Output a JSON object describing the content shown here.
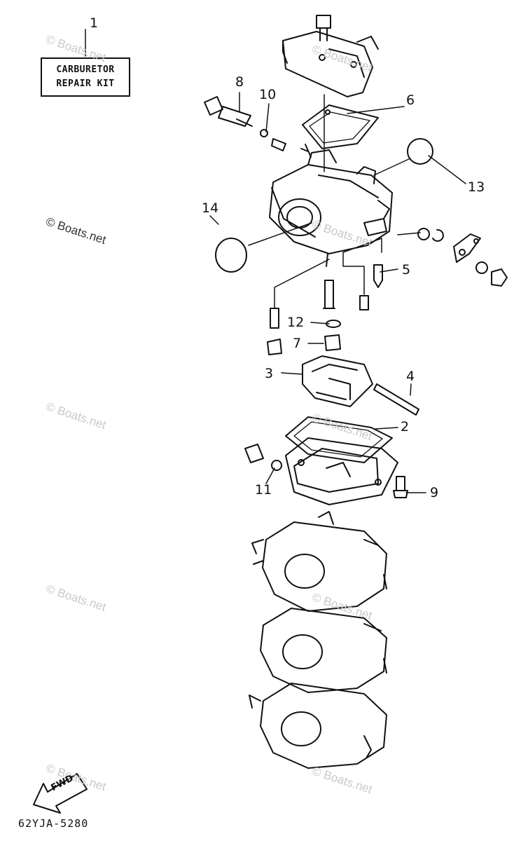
{
  "kit_label": {
    "line1": "CARBURETOR",
    "line2": "REPAIR KIT"
  },
  "callouts": [
    "1",
    "2",
    "3",
    "4",
    "5",
    "6",
    "7",
    "8",
    "9",
    "10",
    "11",
    "12",
    "13",
    "14"
  ],
  "watermark": "© Boats.net",
  "fwd_label": "FWD",
  "part_code": "62YJA-5280",
  "colors": {
    "ink": "#111111",
    "watermark": "#c9c9c9",
    "background": "#ffffff"
  }
}
